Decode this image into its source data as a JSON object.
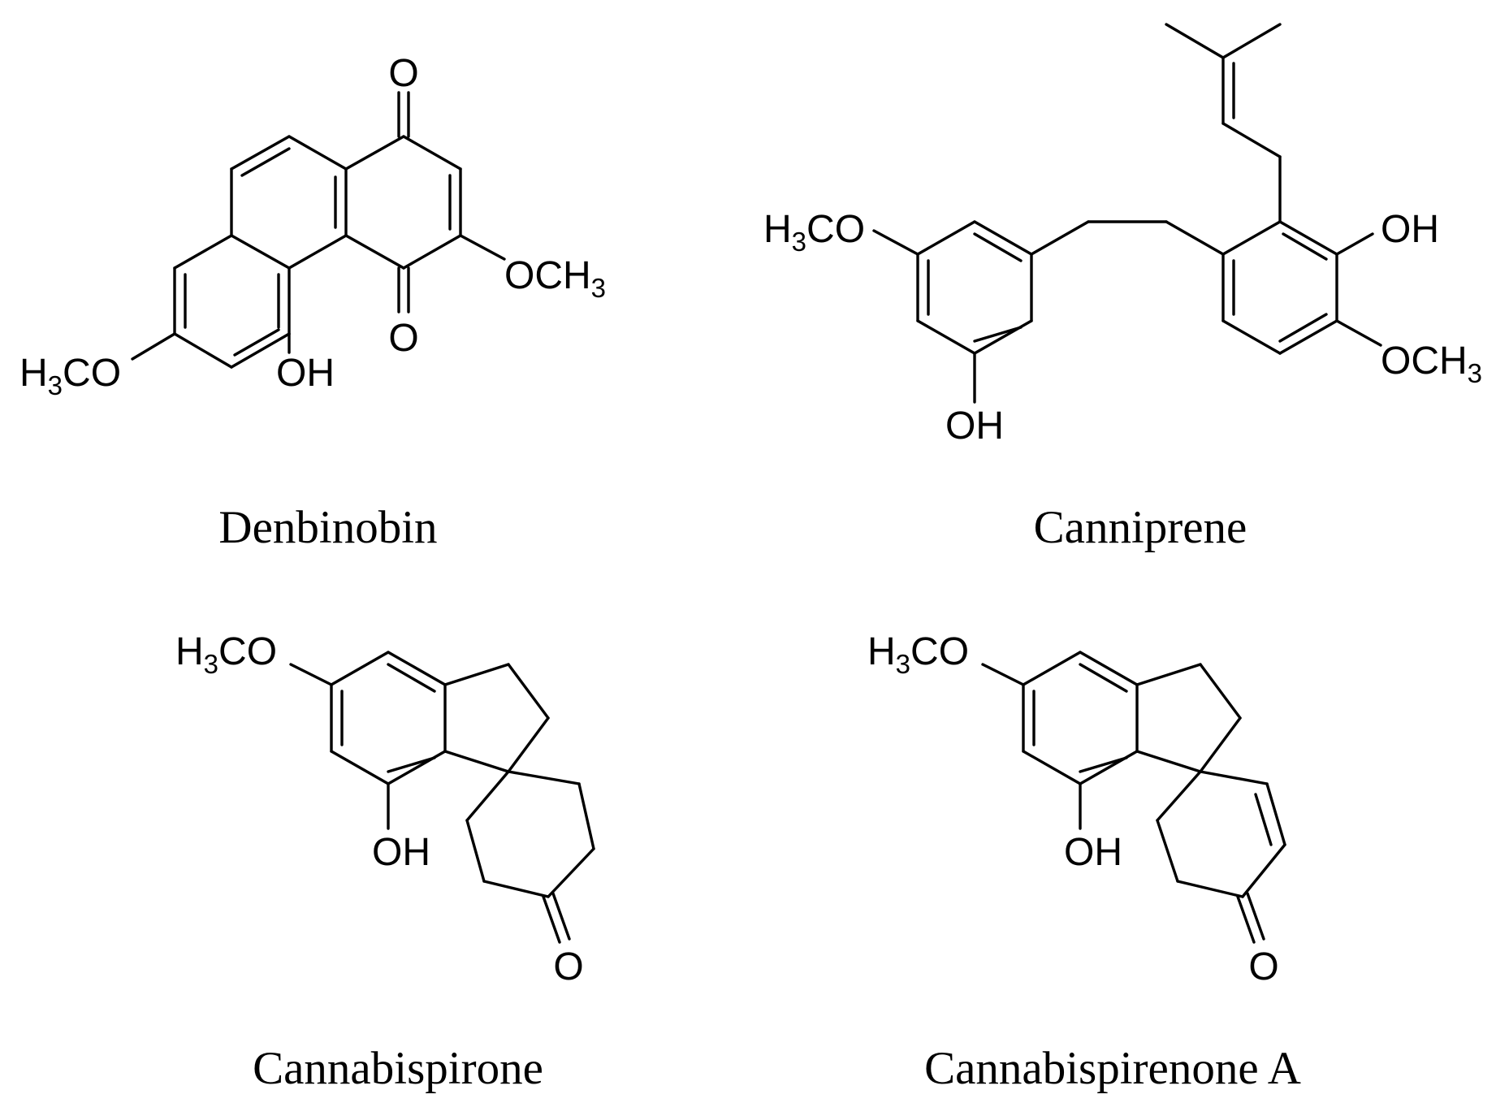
{
  "compounds": [
    {
      "name": "Denbinobin",
      "labels": {
        "carbonyl_top": "O",
        "carbonyl_bottom": "O",
        "methoxy_right": "OCH3",
        "methoxy_left": "H3CO",
        "hydroxyl": "OH"
      }
    },
    {
      "name": "Canniprene",
      "labels": {
        "methoxy_left": "H3CO",
        "hydroxyl_bottom": "OH",
        "hydroxyl_right": "OH",
        "methoxy_right": "OCH3"
      }
    },
    {
      "name": "Cannabispirone",
      "labels": {
        "methoxy": "H3CO",
        "hydroxyl": "OH",
        "carbonyl": "O"
      }
    },
    {
      "name": "Cannabispirenone A",
      "labels": {
        "methoxy": "H3CO",
        "hydroxyl": "OH",
        "carbonyl": "O"
      }
    }
  ]
}
